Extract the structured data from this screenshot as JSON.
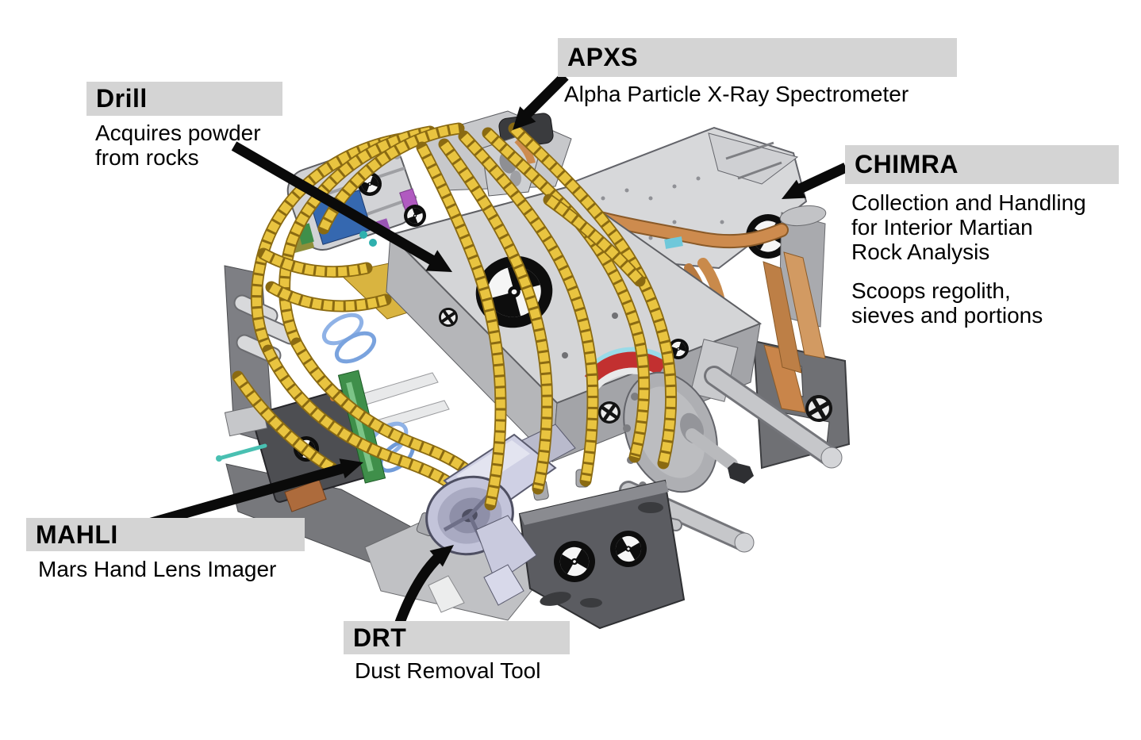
{
  "diagram": {
    "background": "#ffffff",
    "label_bar_color": "#d4d4d4",
    "text_color": "#000000",
    "arrow_color": "#0a0a0a"
  },
  "labels": {
    "drill": {
      "title": "Drill",
      "desc_lines": [
        "Acquires powder",
        "from rocks"
      ]
    },
    "apxs": {
      "title": "APXS",
      "desc_lines": [
        "Alpha Particle X-Ray Spectrometer"
      ]
    },
    "chimra": {
      "title": "CHIMRA",
      "desc_lines": [
        "Collection and Handling",
        "for Interior Martian",
        "Rock Analysis"
      ],
      "desc2_lines": [
        "Scoops regolith,",
        "sieves and portions"
      ]
    },
    "mahli": {
      "title": "MAHLI",
      "desc_lines": [
        "Mars Hand Lens Imager"
      ]
    },
    "drt": {
      "title": "DRT",
      "desc_lines": [
        "Dust Removal Tool"
      ]
    }
  },
  "illustration_colors": {
    "machine_gray_light": "#d4d5d7",
    "machine_gray": "#a9aaae",
    "machine_gray_dark": "#5b5c61",
    "cable_yellow": "#e9c440",
    "cable_outline": "#8a6a12",
    "copper": "#cd8b4e",
    "drum_strap": "#d29a62",
    "drt_lavender": "#cfd0e4",
    "calibration_black": "#0d0d0d",
    "calibration_white": "#f5f5f5",
    "accent_red": "#c23030",
    "accent_cyan": "#9adbe8",
    "board_green": "#3f8f4a",
    "panel_blue": "#3568b0",
    "coil_blue": "#8fb2e6",
    "accent_magenta": "#b05ac0"
  }
}
